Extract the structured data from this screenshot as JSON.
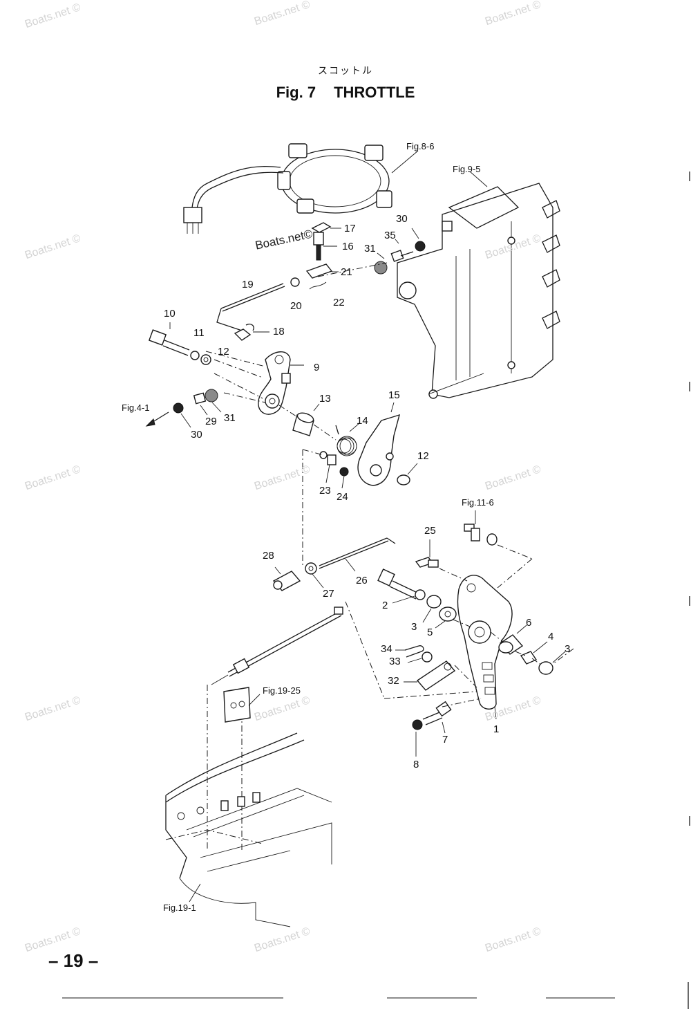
{
  "header": {
    "title_japanese": "スコットル",
    "fig_number": "Fig. 7",
    "fig_title": "THROTTLE"
  },
  "parts": [
    {
      "id": "p17",
      "label": "17"
    },
    {
      "id": "p16",
      "label": "16"
    },
    {
      "id": "p30a",
      "label": "30"
    },
    {
      "id": "p35",
      "label": "35"
    },
    {
      "id": "p31a",
      "label": "31"
    },
    {
      "id": "p21",
      "label": "21"
    },
    {
      "id": "p19",
      "label": "19"
    },
    {
      "id": "p20",
      "label": "20"
    },
    {
      "id": "p22",
      "label": "22"
    },
    {
      "id": "p10",
      "label": "10"
    },
    {
      "id": "p11",
      "label": "11"
    },
    {
      "id": "p18",
      "label": "18"
    },
    {
      "id": "p12a",
      "label": "12"
    },
    {
      "id": "p9",
      "label": "9"
    },
    {
      "id": "p13",
      "label": "13"
    },
    {
      "id": "p15",
      "label": "15"
    },
    {
      "id": "p14",
      "label": "14"
    },
    {
      "id": "p29",
      "label": "29"
    },
    {
      "id": "p31b",
      "label": "31"
    },
    {
      "id": "p30b",
      "label": "30"
    },
    {
      "id": "p12b",
      "label": "12"
    },
    {
      "id": "p23",
      "label": "23"
    },
    {
      "id": "p24",
      "label": "24"
    },
    {
      "id": "p25",
      "label": "25"
    },
    {
      "id": "p28",
      "label": "28"
    },
    {
      "id": "p26",
      "label": "26"
    },
    {
      "id": "p27",
      "label": "27"
    },
    {
      "id": "p2",
      "label": "2"
    },
    {
      "id": "p3a",
      "label": "3"
    },
    {
      "id": "p5",
      "label": "5"
    },
    {
      "id": "p6",
      "label": "6"
    },
    {
      "id": "p4",
      "label": "4"
    },
    {
      "id": "p3b",
      "label": "3"
    },
    {
      "id": "p34",
      "label": "34"
    },
    {
      "id": "p33",
      "label": "33"
    },
    {
      "id": "p32",
      "label": "32"
    },
    {
      "id": "p1",
      "label": "1"
    },
    {
      "id": "p7",
      "label": "7"
    },
    {
      "id": "p8",
      "label": "8"
    }
  ],
  "figure_refs": {
    "fig8_6": "Fig.8-6",
    "fig9_5": "Fig.9-5",
    "fig4_1": "Fig.4-1",
    "fig11_6": "Fig.11-6",
    "fig19_25": "Fig.19-25",
    "fig19_1": "Fig.19-1"
  },
  "watermark": "Boats.net ©",
  "inline_watermark": "Boats.net©",
  "page_number": "– 19 –"
}
